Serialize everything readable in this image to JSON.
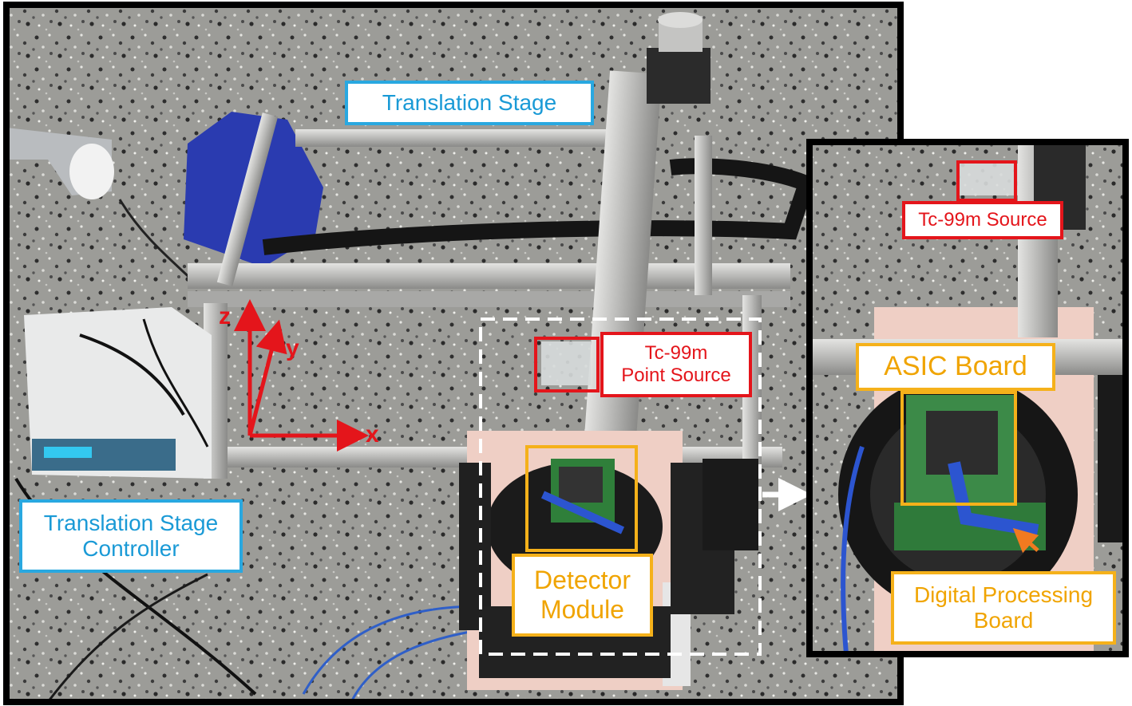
{
  "labels": {
    "translation_stage": "Translation Stage",
    "controller_line1": "Translation Stage",
    "controller_line2": "Controller",
    "point_source_line1": "Tc-99m",
    "point_source_line2": "Point Source",
    "detector_line1": "Detector",
    "detector_line2": "Module",
    "inset_source": "Tc-99m Source",
    "asic_board": "ASIC Board",
    "dpb_line1": "Digital Processing",
    "dpb_line2": "Board"
  },
  "axes": {
    "x": "x",
    "y": "y",
    "z": "z"
  },
  "colors": {
    "blue_label": "#29a8e0",
    "red_label": "#e4151b",
    "orange_label": "#f5b11a",
    "frame": "#000000"
  }
}
